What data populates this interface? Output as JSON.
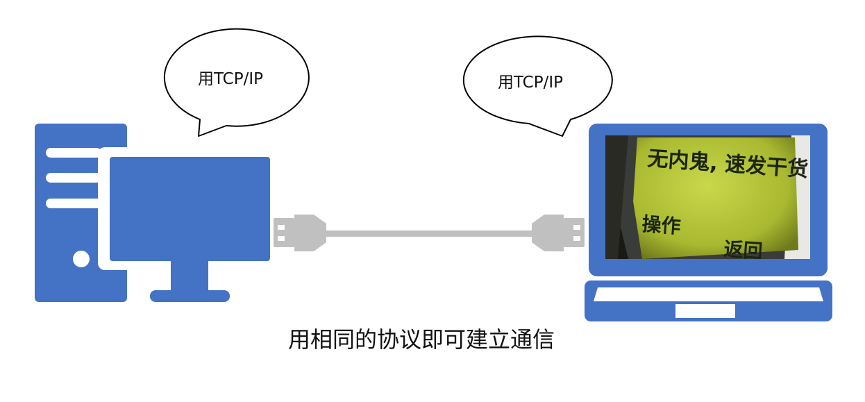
{
  "colors": {
    "device_blue": "#4472c4",
    "cable_gray": "#c0c0c0",
    "lcd_green": "#b9c93a",
    "bubble_stroke": "#000000"
  },
  "bubbles": {
    "left": {
      "text": "用TCP/IP"
    },
    "right": {
      "text": "用TCP/IP"
    }
  },
  "caption": "用相同的协议即可建立通信",
  "phone_screen": {
    "line1": "无内鬼, 速发干货!",
    "left_softkey": "操作",
    "right_softkey": "返回"
  },
  "icons": {
    "left_device": "desktop-computer-icon",
    "right_device": "laptop-icon",
    "connector": "usb-cable-icon"
  }
}
